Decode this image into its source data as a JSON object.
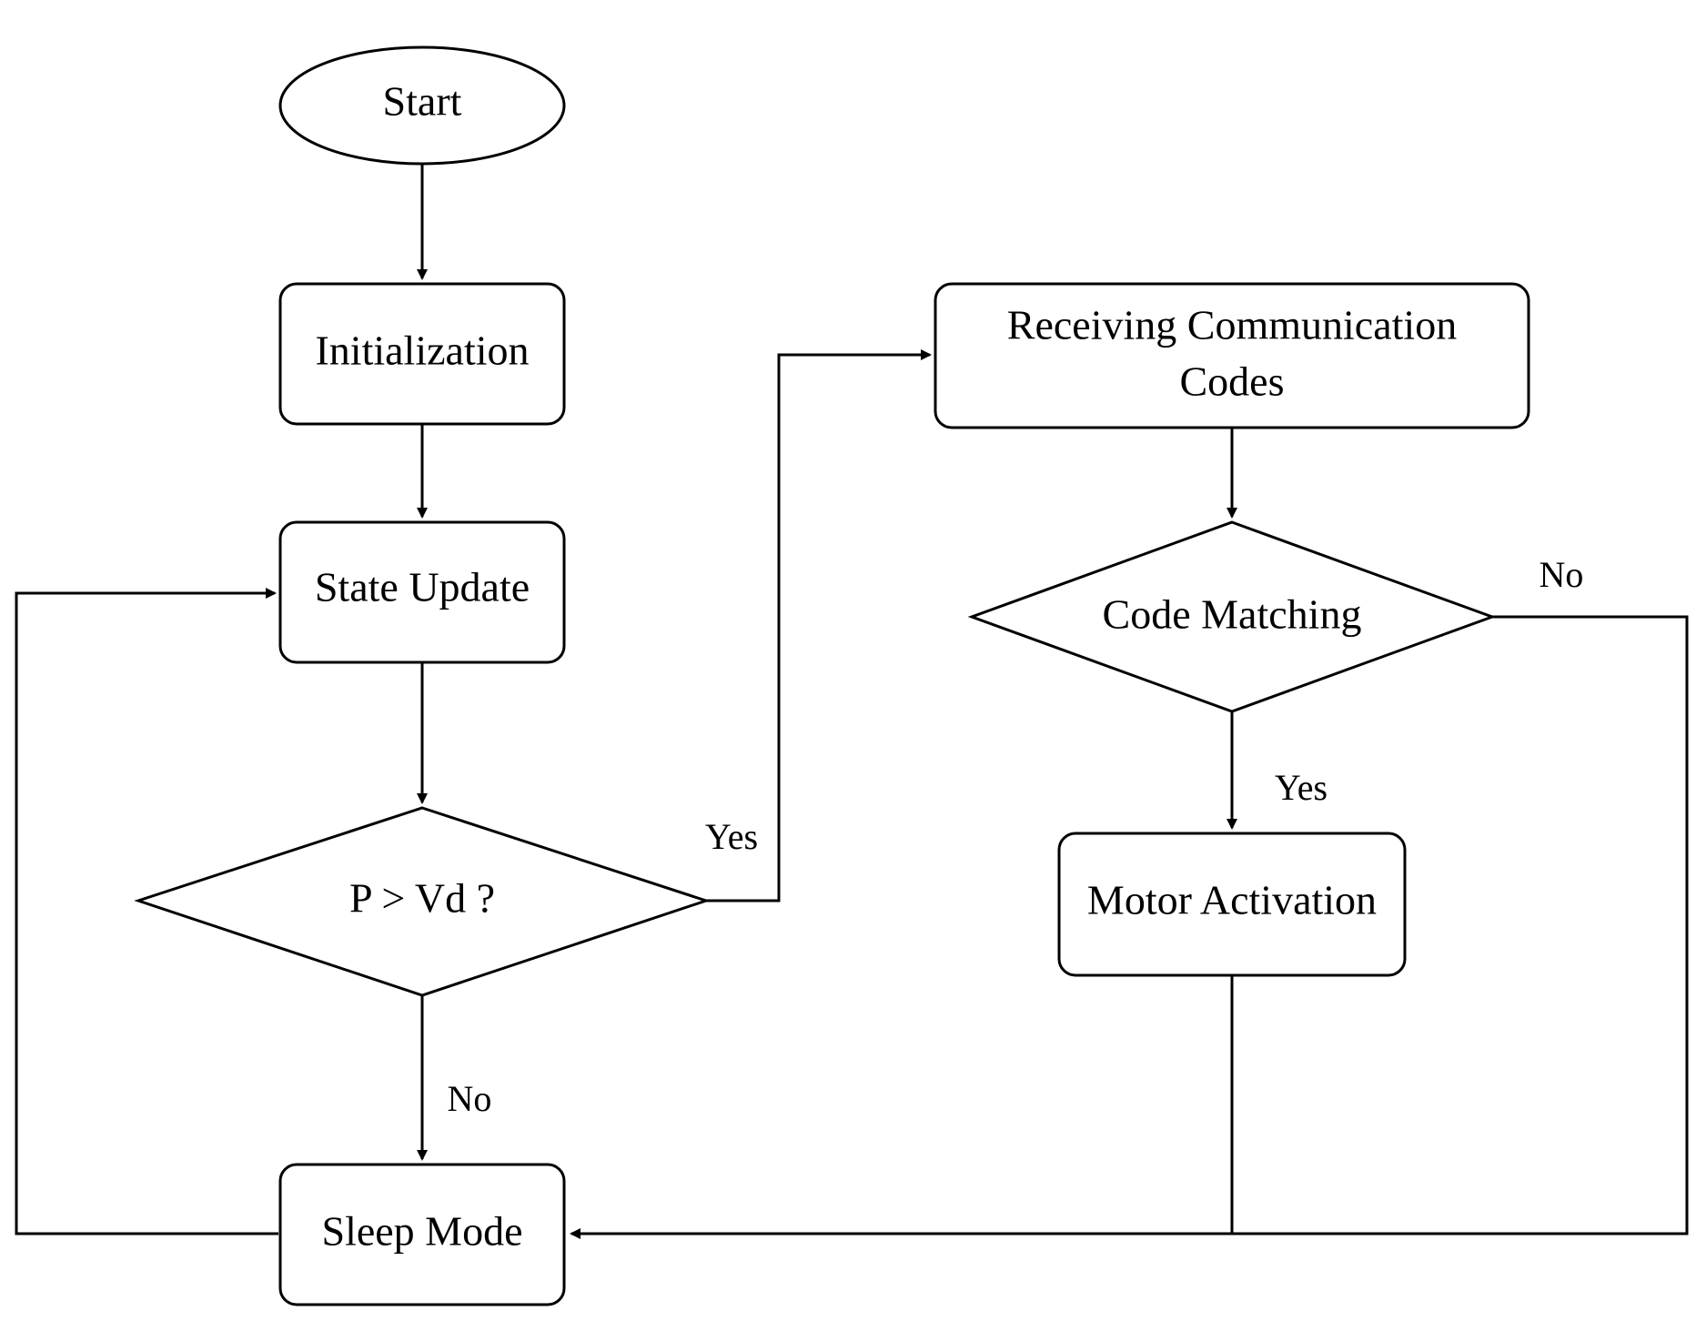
{
  "nodes": {
    "start": "Start",
    "initialization": "Initialization",
    "state_update": "State Update",
    "decision": "P > Vd ?",
    "receiving_line1": "Receiving Communication",
    "receiving_line2": "Codes",
    "code_matching": "Code Matching",
    "motor_activation": "Motor Activation",
    "sleep_mode": "Sleep Mode"
  },
  "edges": {
    "decision_yes": "Yes",
    "decision_no": "No",
    "match_yes": "Yes",
    "match_no": "No"
  }
}
